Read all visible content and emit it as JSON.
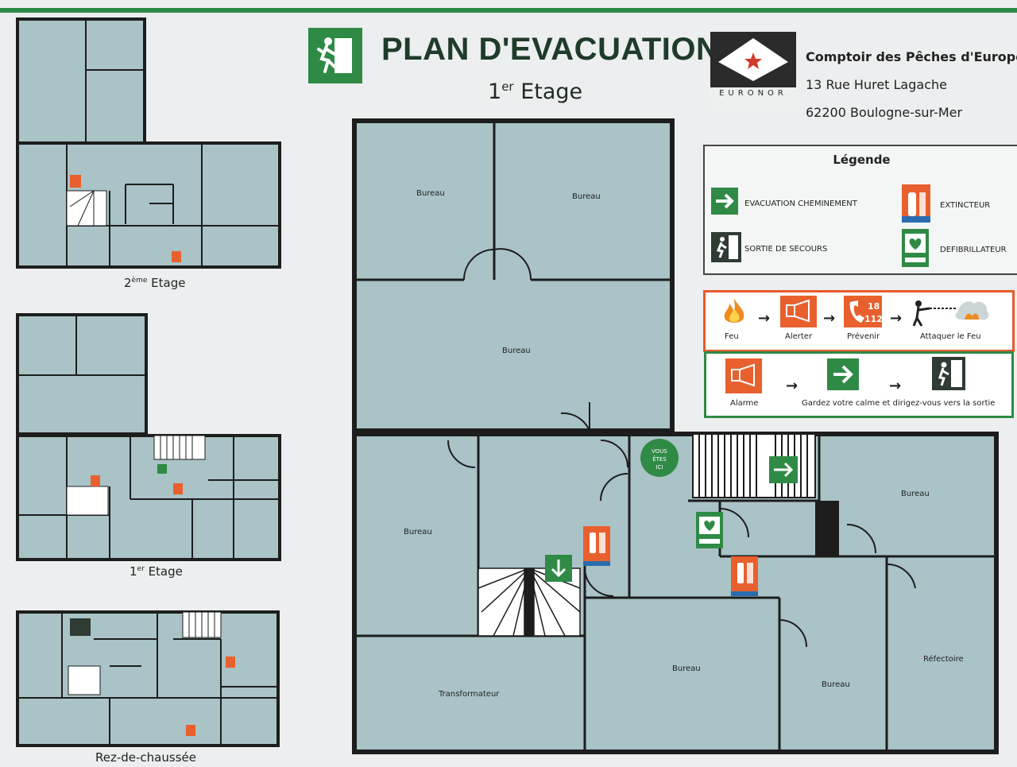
{
  "header": {
    "title": "PLAN D'EVACUATION",
    "floor_main": "1",
    "floor_sup": "er",
    "floor_word": "Etage"
  },
  "company": {
    "logo_text": "EURONOR",
    "name": "Comptoir des Pêches d'Europe du N",
    "address": "13 Rue Huret Lagache",
    "city": "62200 Boulogne-sur-Mer"
  },
  "legend": {
    "title": "Légende",
    "items": [
      {
        "label": "EVACUATION CHEMINEMENT",
        "icon": "green-arrow-icon"
      },
      {
        "label": "EXTINCTEUR",
        "icon": "fire-extinguisher-icon"
      },
      {
        "label": "SORTIE DE SECOURS",
        "icon": "emergency-exit-icon"
      },
      {
        "label": "DEFIBRILLATEUR",
        "icon": "defibrillator-icon"
      }
    ]
  },
  "fire_procedure": {
    "steps": [
      "Feu",
      "Alerter",
      "Prévenir",
      "Attaquer le Feu"
    ],
    "phone_numbers": [
      "18",
      "112"
    ]
  },
  "alarm_procedure": {
    "alarm_label": "Alarme",
    "instruction": "Gardez votre calme et dirigez-vous vers la sortie"
  },
  "you_are_here": [
    "VOUS",
    "ÊTES",
    "ICI"
  ],
  "main_rooms": {
    "bureau": "Bureau",
    "transformateur": "Transformateur",
    "refectoire": "Réfectoire"
  },
  "mini_floors": [
    {
      "main": "2",
      "sup": "ème",
      "word": "Etage"
    },
    {
      "main": "1",
      "sup": "er",
      "word": "Etage"
    },
    {
      "main": "Rez-de-chaussée",
      "sup": "",
      "word": ""
    }
  ],
  "colors": {
    "room_fill": "#a9c3c6",
    "wall": "#1d1d1d",
    "green": "#2f8a46",
    "orange": "#e85a2c"
  }
}
